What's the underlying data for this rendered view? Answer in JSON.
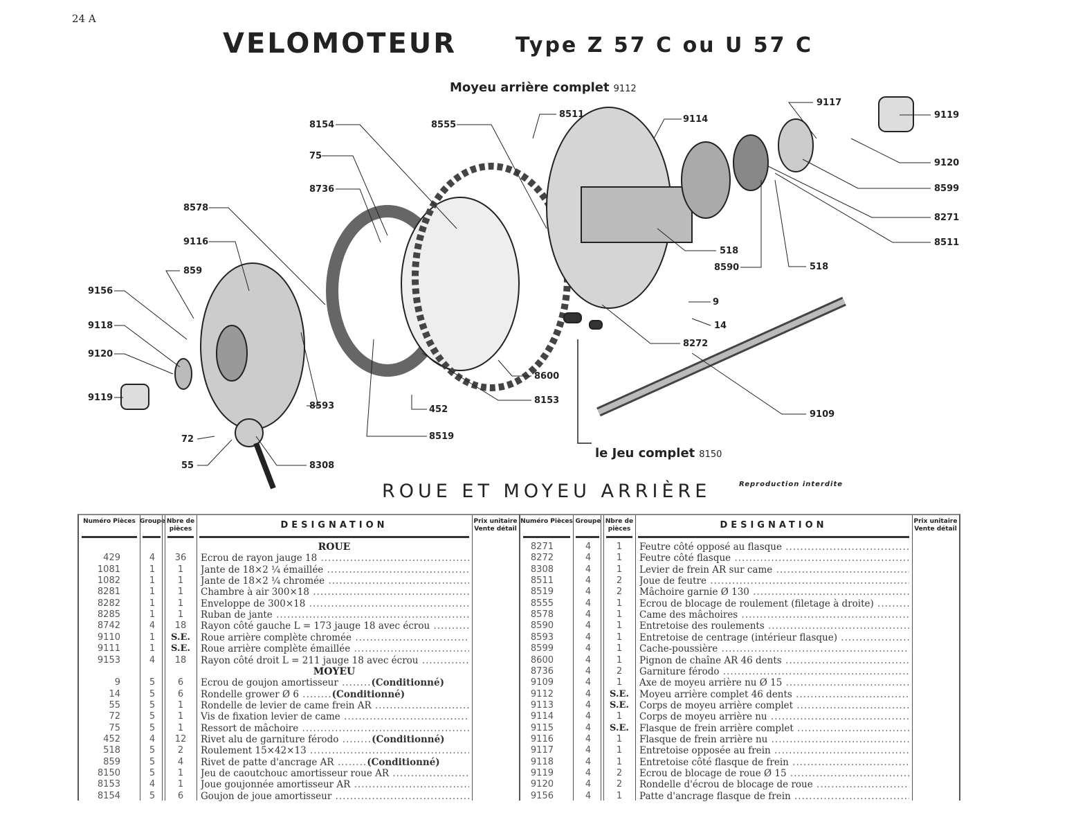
{
  "page_number": "24 A",
  "title": "VELOMOTEUR",
  "subtitle": "Type Z 57 C ou U 57 C",
  "assembly": {
    "label": "Moyeu arrière complet",
    "number": "9112"
  },
  "kit": {
    "label": "le Jeu complet",
    "number": "8150"
  },
  "section_title": "ROUE ET MOYEU ARRIÈRE",
  "reproduction_notice": "Reproduction interdite",
  "callouts": [
    "8154",
    "8555",
    "8511",
    "9114",
    "9117",
    "9119",
    "75",
    "9120",
    "8736",
    "8599",
    "8578",
    "8271",
    "9116",
    "8511",
    "518",
    "8590",
    "518",
    "859",
    "9156",
    "9",
    "9118",
    "14",
    "8272",
    "9120",
    "8600",
    "9119",
    "8153",
    "8593",
    "452",
    "9109",
    "8519",
    "72",
    "55",
    "8308"
  ],
  "table_headers": {
    "number": "Numéro Pièces",
    "group": "Groupe",
    "qty": "Nbre de pièces",
    "designation": "DESIGNATION",
    "price": "Prix unitaire Vente détail"
  },
  "left_table": [
    {
      "section": "ROUE"
    },
    {
      "num": "429",
      "grp": "4",
      "qty": "36",
      "des": "Ecrou de rayon jauge 18"
    },
    {
      "num": "1081",
      "grp": "1",
      "qty": "1",
      "des": "Jante de 18×2 ¼ émaillée"
    },
    {
      "num": "1082",
      "grp": "1",
      "qty": "1",
      "des": "Jante de 18×2 ¼ chromée"
    },
    {
      "num": "8281",
      "grp": "1",
      "qty": "1",
      "des": "Chambre à air 300×18"
    },
    {
      "num": "8282",
      "grp": "1",
      "qty": "1",
      "des": "Enveloppe de 300×18"
    },
    {
      "num": "8285",
      "grp": "1",
      "qty": "1",
      "des": "Ruban de jante"
    },
    {
      "num": "8742",
      "grp": "4",
      "qty": "18",
      "des": "Rayon côté gauche L = 173 jauge 18 avec écrou"
    },
    {
      "num": "9110",
      "grp": "1",
      "qty": "S.E.",
      "des": "Roue arrière complète chromée"
    },
    {
      "num": "9111",
      "grp": "1",
      "qty": "S.E.",
      "des": "Roue arrière complète émaillée"
    },
    {
      "num": "9153",
      "grp": "4",
      "qty": "18",
      "des": "Rayon côté droit L = 211 jauge 18 avec écrou"
    },
    {
      "section": "MOYEU"
    },
    {
      "num": "9",
      "grp": "5",
      "qty": "6",
      "des": "Ecrou de goujon amortisseur",
      "note": "(Conditionné)"
    },
    {
      "num": "14",
      "grp": "5",
      "qty": "6",
      "des": "Rondelle grower Ø 6",
      "note": "(Conditionné)"
    },
    {
      "num": "55",
      "grp": "5",
      "qty": "1",
      "des": "Rondelle de levier de came frein AR"
    },
    {
      "num": "72",
      "grp": "5",
      "qty": "1",
      "des": "Vis de fixation levier de came"
    },
    {
      "num": "75",
      "grp": "5",
      "qty": "1",
      "des": "Ressort de mâchoire"
    },
    {
      "num": "452",
      "grp": "4",
      "qty": "12",
      "des": "Rivet alu de garniture férodo",
      "note": "(Conditionné)"
    },
    {
      "num": "518",
      "grp": "5",
      "qty": "2",
      "des": "Roulement 15×42×13"
    },
    {
      "num": "859",
      "grp": "5",
      "qty": "4",
      "des": "Rivet de patte d'ancrage AR",
      "note": "(Conditionné)"
    },
    {
      "num": "8150",
      "grp": "5",
      "qty": "1",
      "des": "Jeu de caoutchouc amortisseur roue AR"
    },
    {
      "num": "8153",
      "grp": "4",
      "qty": "1",
      "des": "Joue goujonnée amortisseur AR"
    },
    {
      "num": "8154",
      "grp": "5",
      "qty": "6",
      "des": "Goujon de joue amortisseur"
    }
  ],
  "right_table": [
    {
      "num": "8271",
      "grp": "4",
      "qty": "1",
      "des": "Feutre côté opposé au flasque"
    },
    {
      "num": "8272",
      "grp": "4",
      "qty": "1",
      "des": "Feutre côté flasque"
    },
    {
      "num": "8308",
      "grp": "4",
      "qty": "1",
      "des": "Levier de frein AR sur came"
    },
    {
      "num": "8511",
      "grp": "4",
      "qty": "2",
      "des": "Joue de feutre"
    },
    {
      "num": "8519",
      "grp": "4",
      "qty": "2",
      "des": "Mâchoire garnie Ø 130"
    },
    {
      "num": "8555",
      "grp": "4",
      "qty": "1",
      "des": "Ecrou de blocage de roulement (filetage à droite)"
    },
    {
      "num": "8578",
      "grp": "4",
      "qty": "1",
      "des": "Came des mâchoires"
    },
    {
      "num": "8590",
      "grp": "4",
      "qty": "1",
      "des": "Entretoise des roulements"
    },
    {
      "num": "8593",
      "grp": "4",
      "qty": "1",
      "des": "Entretoise de centrage (intérieur flasque)"
    },
    {
      "num": "8599",
      "grp": "4",
      "qty": "1",
      "des": "Cache-poussière"
    },
    {
      "num": "8600",
      "grp": "4",
      "qty": "1",
      "des": "Pignon de chaîne AR 46 dents"
    },
    {
      "num": "8736",
      "grp": "4",
      "qty": "2",
      "des": "Garniture férodo"
    },
    {
      "num": "9109",
      "grp": "4",
      "qty": "1",
      "des": "Axe de moyeu arrière nu Ø 15"
    },
    {
      "num": "9112",
      "grp": "4",
      "qty": "S.E.",
      "des": "Moyeu arrière complet 46 dents"
    },
    {
      "num": "9113",
      "grp": "4",
      "qty": "S.E.",
      "des": "Corps de moyeu arrière complet"
    },
    {
      "num": "9114",
      "grp": "4",
      "qty": "1",
      "des": "Corps de moyeu arrière nu"
    },
    {
      "num": "9115",
      "grp": "4",
      "qty": "S.E.",
      "des": "Flasque de frein arrière complet"
    },
    {
      "num": "9116",
      "grp": "4",
      "qty": "1",
      "des": "Flasque de frein arrière nu"
    },
    {
      "num": "9117",
      "grp": "4",
      "qty": "1",
      "des": "Entretoise opposée au frein"
    },
    {
      "num": "9118",
      "grp": "4",
      "qty": "1",
      "des": "Entretoise côté flasque de frein"
    },
    {
      "num": "9119",
      "grp": "4",
      "qty": "2",
      "des": "Ecrou de blocage de roue Ø 15"
    },
    {
      "num": "9120",
      "grp": "4",
      "qty": "2",
      "des": "Rondelle d'écrou de blocage de roue"
    },
    {
      "num": "9156",
      "grp": "4",
      "qty": "1",
      "des": "Patte d'ancrage flasque de frein"
    }
  ]
}
